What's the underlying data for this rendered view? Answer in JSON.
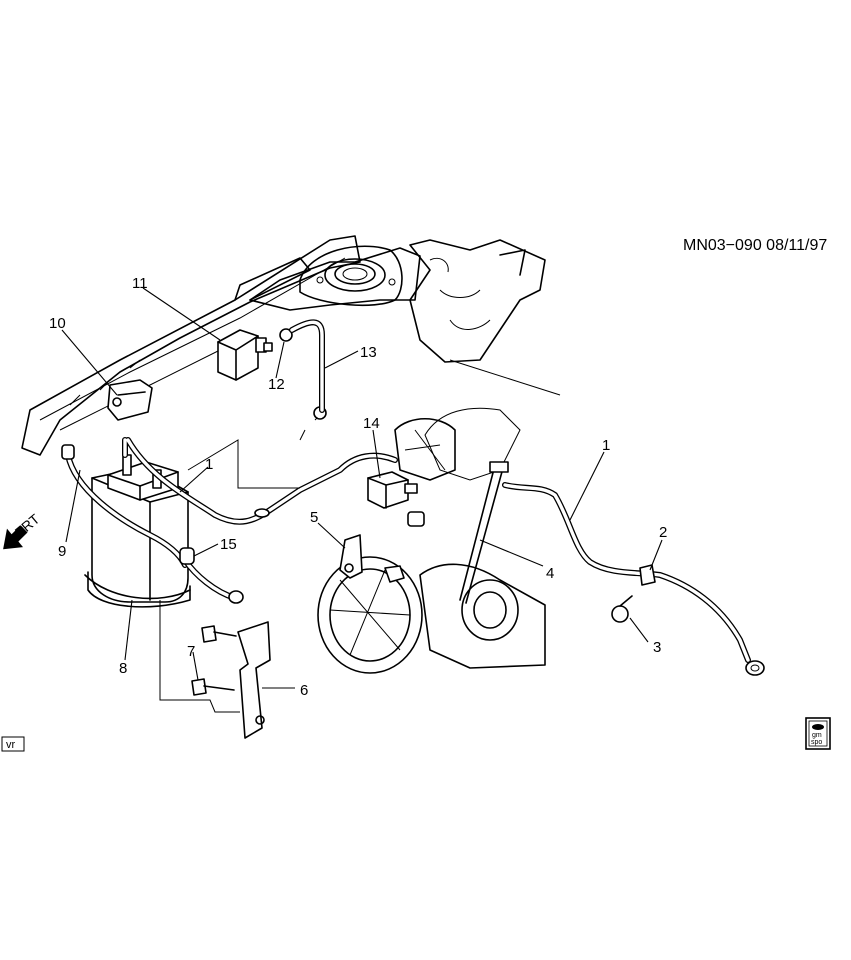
{
  "drawing_id": "MN03−090  08/11/97",
  "front_indicator": "FRT",
  "corner_code": "vr",
  "gm_badge": {
    "line1": "gm",
    "line2": "spo"
  },
  "callouts": [
    {
      "id": "c1a",
      "label": "1"
    },
    {
      "id": "c1b",
      "label": "1"
    },
    {
      "id": "c2",
      "label": "2"
    },
    {
      "id": "c3",
      "label": "3"
    },
    {
      "id": "c4",
      "label": "4"
    },
    {
      "id": "c5",
      "label": "5"
    },
    {
      "id": "c6",
      "label": "6"
    },
    {
      "id": "c7",
      "label": "7"
    },
    {
      "id": "c8",
      "label": "8"
    },
    {
      "id": "c9",
      "label": "9"
    },
    {
      "id": "c10",
      "label": "10"
    },
    {
      "id": "c11",
      "label": "11"
    },
    {
      "id": "c12",
      "label": "12"
    },
    {
      "id": "c13",
      "label": "13"
    },
    {
      "id": "c14",
      "label": "14"
    },
    {
      "id": "c15",
      "label": "15"
    }
  ]
}
